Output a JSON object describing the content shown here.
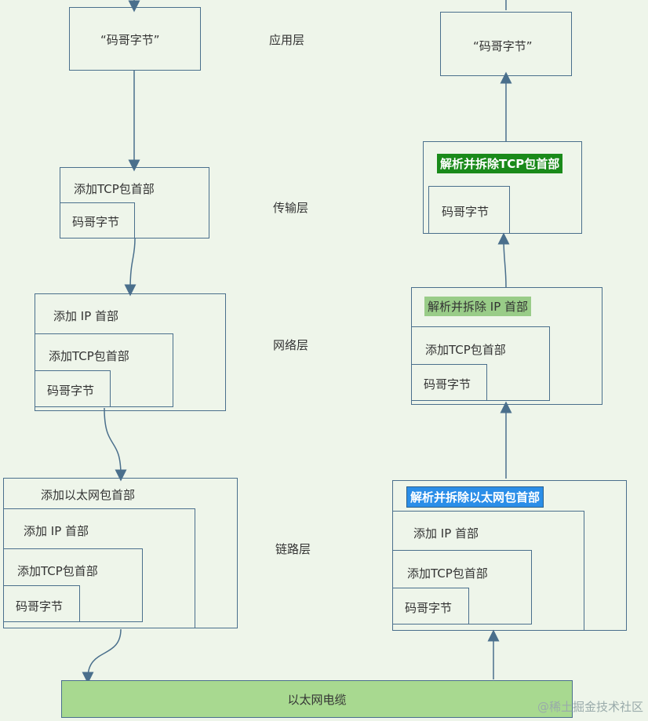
{
  "sender": {
    "app_payload": "“码哥字节”",
    "tcp_header": "添加TCP包首部",
    "payload": "码哥字节",
    "ip_header": "添加 IP 首部",
    "eth_header": "添加以太网包首部"
  },
  "receiver": {
    "app_payload": "“码哥字节”",
    "remove_tcp": "解析并拆除TCP包首部",
    "remove_ip": "解析并拆除 IP 首部",
    "remove_eth": "解析并拆除以太网包首部",
    "tcp_header": "添加TCP包首部",
    "payload": "码哥字节",
    "ip_header": "添加 IP 首部"
  },
  "layers": {
    "application": "应用层",
    "transport": "传输层",
    "network": "网络层",
    "link": "链路层"
  },
  "cable": "以太网电缆",
  "watermark": "@稀土掘金技术社区",
  "colors": {
    "edge": "#4a6f8c",
    "background": "#eef5ea",
    "tcp_tag": "#1a8a1a",
    "ip_tag": "#99cc88",
    "eth_tag": "#2b8ee8",
    "cable": "#a8d990"
  }
}
